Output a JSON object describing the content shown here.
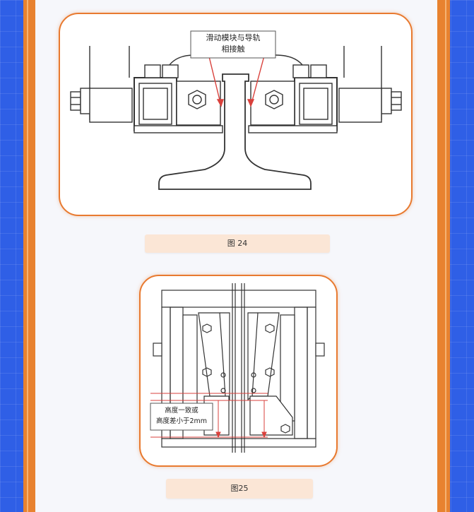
{
  "figures": [
    {
      "annotation_lines": [
        "滑动模块与导轨",
        "相接触"
      ],
      "caption": "图 24"
    },
    {
      "annotation_lines": [
        "高度一致或",
        "高度差小于2mm"
      ],
      "caption": "图25"
    }
  ],
  "colors": {
    "background_blue": "#2f5fe6",
    "frame_orange": "#e8822f",
    "caption_bg": "#fbe6d6",
    "annotation_red": "#d9413c"
  }
}
